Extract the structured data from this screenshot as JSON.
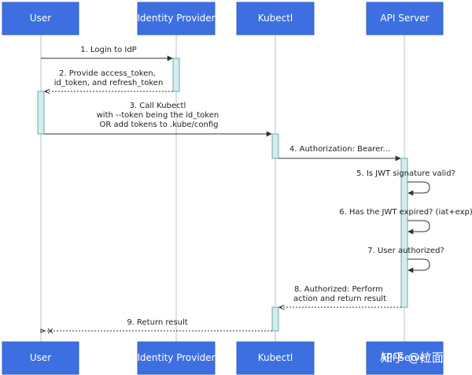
{
  "actors": {
    "user": "User",
    "idp": "Identity Provider",
    "kubectl": "Kubectl",
    "api": "API Server"
  },
  "messages": {
    "m1": [
      "1. Login to IdP"
    ],
    "m2": [
      "2. Provide access_token,",
      "id_token, and refresh_token"
    ],
    "m3": [
      "3. Call Kubectl",
      "with --token being the id_token",
      "OR add tokens to .kube/config"
    ],
    "m4": [
      "4. Authorization: Bearer..."
    ],
    "m5": [
      "5. Is JWT signature valid?"
    ],
    "m6": [
      "6. Has the JWT expired? (iat+exp)"
    ],
    "m7": [
      "7. User authorized?"
    ],
    "m8": [
      "8. Authorized: Perform",
      "action and return result"
    ],
    "m9": [
      "9. Return result"
    ]
  },
  "watermark": "知乎 @拉面"
}
